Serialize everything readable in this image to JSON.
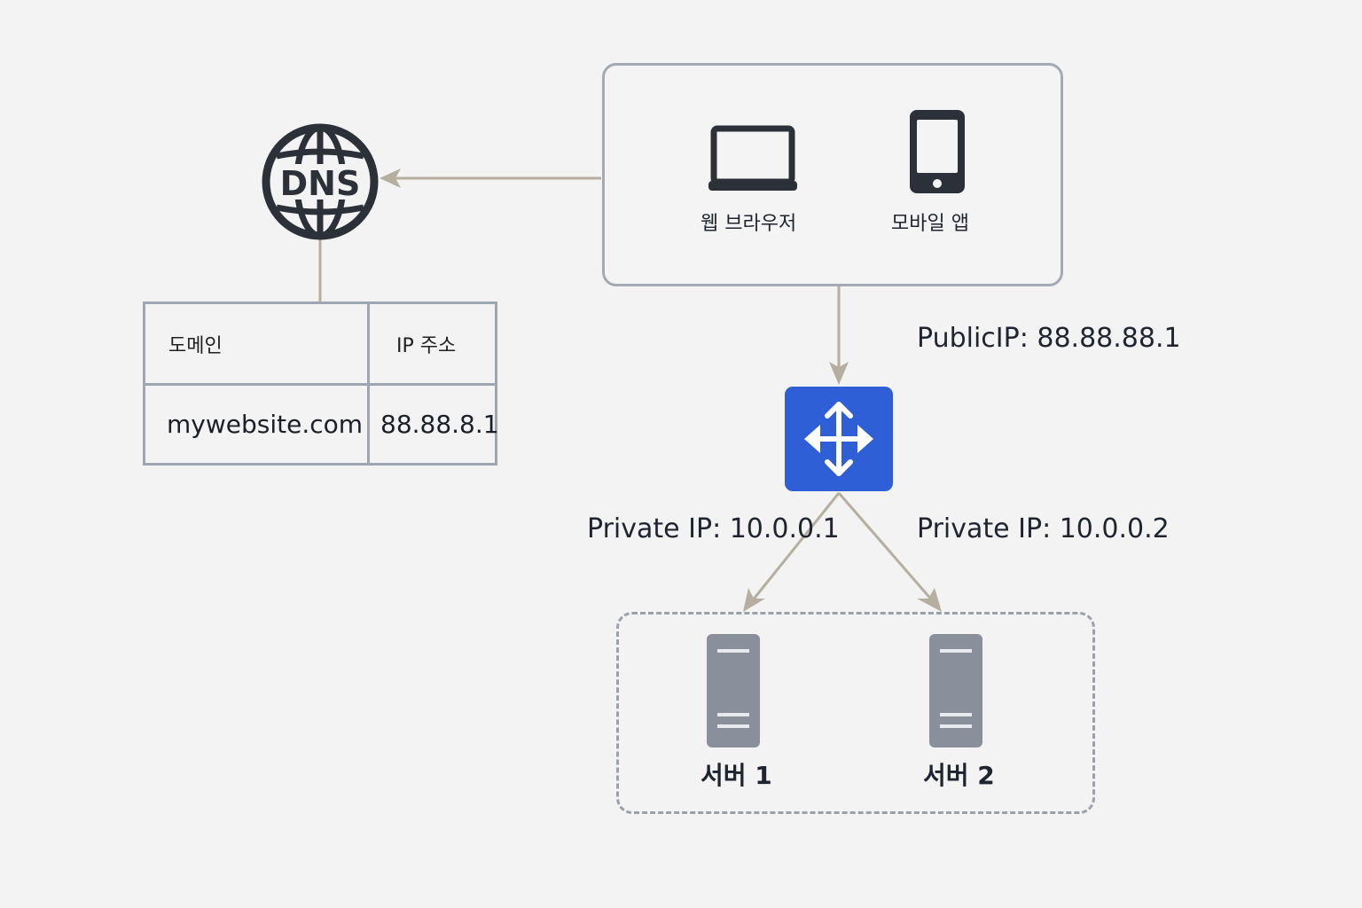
{
  "dns": {
    "icon_text": "DNS",
    "table": {
      "headers": [
        "도메인",
        "IP 주소"
      ],
      "rows": [
        [
          "mywebsite.com",
          "88.88.8.1"
        ]
      ]
    }
  },
  "clients": {
    "web_browser": "웹 브라우저",
    "mobile_app": "모바일 앱"
  },
  "router": {
    "public_ip": "PublicIP: 88.88.88.1",
    "private_ip_1": "Private IP: 10.0.0.1",
    "private_ip_2": "Private IP: 10.0.0.2"
  },
  "servers": [
    "서버 1",
    "서버 2"
  ],
  "colors": {
    "background": "#f3f3f3",
    "router": "#2f5fd6",
    "connector": "#b6ae9f",
    "border": "#a3aab4",
    "server": "#8a909b",
    "icon_dark": "#2c3038"
  }
}
